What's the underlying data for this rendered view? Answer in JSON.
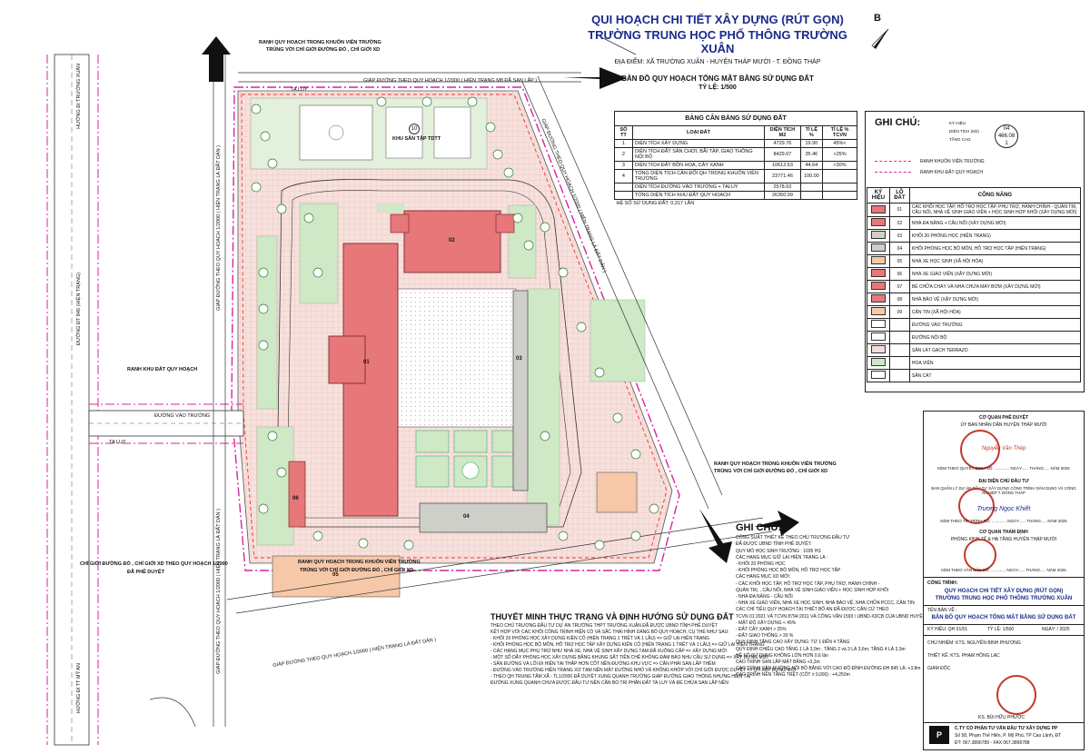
{
  "title": {
    "line1": "QUI HOẠCH CHI TIẾT XÂY DỰNG (RÚT GỌN)",
    "line2": "TRƯỜNG TRUNG HỌC PHỔ THÔNG TRƯỜNG XUÂN",
    "location": "ĐỊA ĐIỂM: XÃ TRƯỜNG XUÂN - HUYỆN THÁP MƯỜI - T. ĐỒNG THÁP",
    "map_title": "BẢN ĐỒ QUY HOẠCH TỔNG MẶT BẰNG SỬ DỤNG ĐẤT",
    "scale": "TỶ LỆ: 1/500"
  },
  "north": "B",
  "land_table": {
    "caption": "BẢNG CÂN BẰNG SỬ DỤNG ĐẤT",
    "headers": [
      "SỐ TT",
      "LOẠI ĐẤT",
      "DIỆN TÍCH M2",
      "TỈ LỆ %",
      "TỈ LỆ % TCVN"
    ],
    "rows": [
      [
        "1",
        "DIỆN TÍCH XÂY DỰNG",
        "4729.76",
        "19.90",
        "45%<"
      ],
      [
        "2",
        "DIỆN TÍCH ĐẤT SÂN CHƠI, BÃI TẬP, GIAO THÔNG NỘI BỘ",
        "8429.07",
        "35.46",
        ">25%"
      ],
      [
        "3",
        "DIỆN TÍCH ĐẤT BỒN HOA, CÂY XANH",
        "10612.63",
        "44.64",
        ">30%"
      ],
      [
        "4",
        "TỔNG DIỆN TÍCH CÂN ĐỐI QH TRONG KHUÔN VIÊN TRƯỜNG",
        "23771.46",
        "100.00",
        ""
      ],
      [
        "",
        "DIỆN TÍCH ĐƯỜNG VÀO TRƯỜNG + TALUY",
        "2578.63",
        "",
        ""
      ],
      [
        "",
        "TỔNG DIỆN TÍCH KHU ĐẤT QUY HOẠCH",
        "26350.09",
        "",
        ""
      ]
    ],
    "footer": "HỆ SỐ SỬ DỤNG ĐẤT: 0,317 LẦN"
  },
  "legend": {
    "title": "GHI CHÚ:",
    "key_labels": [
      "KÝ HIỆU",
      "DIỆN TÍCH (M2)",
      "TẦNG CAO"
    ],
    "key_sample": [
      "04",
      "466.08",
      "1"
    ],
    "lines": [
      "RANH KHUÔN VIÊN TRƯỜNG",
      "RANH KHU ĐẤT QUY HOẠCH"
    ],
    "headers": [
      "KÝ HIỆU",
      "LÔ ĐẤT",
      "CÔNG NĂNG"
    ],
    "items": [
      {
        "lot": "01",
        "text": "CÁC KHỐI HỌC TẬP, HỖ TRỢ HỌC TẬP, PHỤ TRỢ, HÀNH CHÍNH - QUẢN TRỊ, CẦU NỐI, NHÀ VỆ SINH GIÁO VIÊN + HỌC SINH HỢP KHỐI (XÂY DỰNG MỚI)",
        "color": "#e8777a"
      },
      {
        "lot": "02",
        "text": "NHÀ ĐA NĂNG + CẦU NỐI (XÂY DỰNG MỚI)",
        "color": "#e8777a"
      },
      {
        "lot": "03",
        "text": "KHỐI 20 PHÒNG HỌC (HIỆN TRẠNG)",
        "color": "#cfcfc9"
      },
      {
        "lot": "04",
        "text": "KHỐI PHÒNG HỌC BỘ MÔN, HỖ TRỢ HỌC TẬP (HIỆN TRẠNG)",
        "color": "#cfcfc9"
      },
      {
        "lot": "05",
        "text": "NHÀ XE HỌC SINH (XÃ HỘI HÓA)",
        "color": "#f6c8a8"
      },
      {
        "lot": "06",
        "text": "NHÀ XE GIÁO VIÊN (XÂY DỰNG MỚI)",
        "color": "#e8777a"
      },
      {
        "lot": "07",
        "text": "BỂ CHỮA CHÁY VÀ NHÀ CHỨA MÁY BƠM (XÂY DỰNG MỚI)",
        "color": "#e8777a"
      },
      {
        "lot": "08",
        "text": "NHÀ BẢO VỆ (XÂY DỰNG MỚI)",
        "color": "#e8777a"
      },
      {
        "lot": "09",
        "text": "CĂN TIN (XÃ HỘI HÓA)",
        "color": "#f6c8a8"
      },
      {
        "lot": "",
        "text": "ĐƯỜNG VÀO TRƯỜNG",
        "color": "#ffffff"
      },
      {
        "lot": "",
        "text": "ĐƯỜNG NỘI BỘ",
        "color": "#ffffff"
      },
      {
        "lot": "",
        "text": "SÂN LÁT GẠCH TERRAZO",
        "color": "#f4dcd8"
      },
      {
        "lot": "",
        "text": "HOA VIÊN",
        "color": "#cfe8c6"
      },
      {
        "lot": "",
        "text": "SÂN CÁT",
        "color": "#ffffff"
      }
    ]
  },
  "notes": {
    "title": "GHI CHÚ:",
    "lines": [
      "CÔNG SUẤT THIẾT KẾ THEO CHỦ TRƯƠNG ĐẦU TƯ",
      "ĐÃ ĐƯỢC UBND TỈNH PHÊ DUYỆT:",
      "QUY MÔ HỌC SINH TRƯỜNG : 1035 HS",
      "CÁC HẠNG MỤC GIỮ LẠI HIỆN TRẠNG LÀ :",
      "- KHỐI 20 PHÒNG HỌC",
      "- KHỐI PHÒNG HỌC BỘ MÔN, HỖ TRỢ HỌC TẬP",
      "CÁC HẠNG MỤC XD MỚI:",
      "- CÁC KHỐI HỌC TẬP, HỖ TRỢ HỌC TẬP, PHỤ TRỢ, HÀNH CHÍNH -",
      "QUẢN TRỊ, , CẦU NỐI, NHÀ VỆ SINH GIÁO VIÊN + HỌC SINH HỢP KHỐI",
      "- NHÀ ĐA NĂNG - CẦU NỐI",
      "- NHÀ XE GIÁO VIÊN, NHÀ XE HỌC SINH, NHÀ BẢO VỆ, NHÀ CHỮA PCCC, CĂN TIN",
      "",
      "CÁC CHỈ TIÊU QUY HOẠCH TẠI THIẾT BỐ ÁN ĐÃ ĐƯỢC CĂN CỨ THEO",
      "TCVN 01:2021 VÀ TCVN 8794:2011 VÀ CÔNG VĂN 1593 / UBND-XDCB CỦA UBND HUYỆN THÁP MƯỜI",
      "- MẬT ĐỘ XÂY DỰNG < 45%",
      "- ĐẤT CÂY XANH > 25%",
      "- ĐẤT GIAO THÔNG > 30 %",
      "QUY ĐỊNH TẦNG CAO XÂY DỰNG: TỪ 1 ĐẾN 4 TẦNG",
      "QUY ĐỊNH CHIỀU CAO TẦNG 1 LÀ 3,9m ; TẦNG 2 và 3 LÀ 3,6m; TẦNG 4 LÀ 3,3m",
      "HỆ SỐ SỬ DỤNG KHÔNG LỚN HƠN 0,6 lần",
      "CAO TRÌNH SAN LẤP MẶT BẰNG +3,2m",
      "CAO TRÌNH SÂN ĐƯỜNG NỘI BỘ BẰNG VỚI CAO ĐỘ ĐỈNH ĐƯỜNG ĐH 845 LÀ: +3,8m",
      "CAO TRÌNH NỀN TẦNG TRỆT (CỐT ± 0,000) : +4,250m"
    ]
  },
  "thuyet_minh": {
    "title": "THUYẾT MINH THỰC TRẠNG VÀ ĐỊNH HƯỚNG SỬ DỤNG ĐẤT",
    "lines": [
      "THEO CHỦ TRƯƠNG ĐẦU TƯ DỰ ÁN TRƯỜNG THPT TRƯỜNG XUÂN ĐÃ ĐƯỢC UBND TỈNH PHÊ DUYỆT",
      "KẾT HỢP VỚI CÁC KHỐI CÔNG TRÌNH HIỆN CÓ VÀ SẮC THÁI HÌNH DÁNG BỐ QUY HOẠCH, CỤ THỂ NHƯ SAU:",
      "- KHỐI 20 PHÒNG HỌC XÂY DỰNG KIÊN CỐ (HIỆN TRẠNG 1 TRỆT VÀ 1 LẦU) => GIỮ LẠI HIỆN TRẠNG",
      "- KHỐI PHÒNG HỌC BỘ MÔN, HỖ TRỢ HỌC TẬP XÂY DỰNG KIÊN CỐ (HIỆN TRẠNG 1 TRỆT VÀ 1 LẦU) => GIỮ LẠI HIỆN TRẠNG",
      "- CÁC HẠNG MỤC PHỤ TRỢ NHƯ NHÀ XE, NHÀ VỆ SINH XÂY DỰNG TẠM ĐÃ XUỐNG CẤP => XÂY DỰNG MỚI",
      "- MỘT SỐ DÃY PHÒNG HỌC XÂY DỰNG BẰNG KHUNG SẮT TIỀN CHẾ KHÔNG ĐẢM BẢO NHU CẦU SỬ DỤNG => XÂY DỰNG MỚI",
      "- SÂN ĐƯỜNG VÀ LỐI ĐI HIỆN TẠI THẤP HƠN CỐT NỀN ĐƯỜNG KHU VỰC => CẦN PHẢI SAN LẤP THÊM",
      "- ĐƯỜNG VÀO TRƯỜNG HIỆN TRẠNG XƠ TẠM NÊN MẶT ĐƯỜNG NHỎ VÀ KHÔNG KHỚP VỚI CHỈ GIỚI ĐƯỢC DUYỆT => QH XÂY DỰNG MỚI",
      "- THEO QH TRUNG TÂM XÃ - TL1/2000 ĐÃ DUYỆT XUNG QUANH TRƯỜNG GIÁP ĐƯỜNG GIAO THÔNG NHƯNG HIỆN TẠI",
      "ĐƯỜNG XUNG QUANH CHƯA ĐƯỢC ĐẦU TƯ NÊN CẦN BỔ TRÍ PHẦN ĐẤT TA LUY VÀ ĐỂ CHỪA SAN LẤP NỀN"
    ]
  },
  "approval": {
    "org1": "CƠ QUAN PHÊ DUYỆT",
    "org1b": "ỦY BAN NHÂN DÂN HUYỆN THÁP MƯỜI",
    "signer1": "Nguyễn Văn Thép",
    "decision1": "KÈM THEO QUYẾT ĐỊNH SỐ: ............. NGÀY...... THÁNG..... NĂM 2025",
    "org2": "ĐẠI DIỆN CHỦ ĐẦU TƯ",
    "org2b": "BAN QUẢN LÝ DỰ ÁN ĐẦU TƯ XÂY DỰNG CÔNG TRÌNH DÂN DỤNG VÀ CÔNG NGHIỆP T. ĐỒNG THÁP",
    "signer2": "Trương Ngọc Khiết",
    "decision2": "KÈM THEO TỜ TRÌNH SỐ: ............. NGÀY...... THÁNG..... NĂM 2025",
    "org3": "CƠ QUAN THẨM ĐỊNH",
    "org3b": "PHÒNG KINH TẾ & HẠ TẦNG HUYỆN THÁP MƯỜI",
    "decision3": "KÈM THEO VĂN BẢN SỐ: ............. NGÀY...... THÁNG..... NĂM 2025",
    "project_label": "CÔNG TRÌNH:",
    "project1": "QUY HOẠCH CHI TIẾT XÂY DỰNG (RÚT GỌN)",
    "project2": "TRƯỜNG TRUNG HỌC PHỔ THÔNG TRƯỜNG XUÂN",
    "drawing_label": "TÊN BẢN VẼ :",
    "drawing": "BẢN ĐỒ QUY HOẠCH TỔNG MẶT BẰNG SỬ DỤNG ĐẤT",
    "sheet": "KÝ HIỆU: QH 01/01",
    "scale": "TỶ LỆ: 1/500",
    "date": "NGÀY: / 2025",
    "staff": [
      "CHỦ NHIỆM: KTS. NGUYỄN BÌNH PHƯƠNG",
      "THIẾT KẾ: KTS. PHẠM HỒNG LẠC",
      "GIÁM ĐỐC",
      "KS. BÙI HỮU PHƯỚC"
    ],
    "company": "C.TY CỔ PHẦN TƯ VẤN ĐẦU TƯ XÂY DỰNG PP",
    "address": "Số 58, Phạm Thế Hiển, P. Mỹ Phú, TP Cao Lãnh, ĐT",
    "phone": "ĐT: 067.3896789 - FAX 067.3896788"
  },
  "map_labels": {
    "road_left": "ĐƯỜNG ĐT 845 (HIỆN TRẠNG)",
    "road_left2": "HƯỚNG ĐI TRƯỜNG XUÂN",
    "road_left3": "HƯỚNG ĐI TT MỸ AN",
    "access_road": "ĐƯỜNG VÀO TRƯỜNG",
    "talui": "TA LUY",
    "top_road": "GIÁP ĐƯỜNG THEO QUY HOẠCH 1/2000 ( HIỆN TRẠNG M8 ĐÃ SAN LẤP )",
    "right_road": "GIÁP ĐƯỜNG THEO QUY HOẠCH 1/2000 ( HIỆN TRẠNG LÀ ĐẤT DÂN )",
    "bottom_road": "GIÁP ĐƯỜNG THEO QUY HOẠCH 1/2000 ( HIỆN TRẠNG LÀ ĐẤT DÂN )",
    "left_road": "GIÁP ĐƯỜNG THEO QUY HOẠCH 1/2000 ( HIỆN TRẠNG LÀ ĐẤT DÂN )",
    "ranh_top": "RANH QUY HOẠCH TRONG KHUÔN VIÊN TRƯỜNG",
    "ranh_top2": "TRÙNG VỚI CHỈ GIỚI ĐƯỜNG ĐỎ , CHỈ GIỚI XD",
    "ranh_right": "RANH QUY HOẠCH TRONG KHUÔN VIÊN TRƯỜNG",
    "ranh_right2": "TRÙNG VỚI CHỈ GIỚI ĐƯỜNG ĐỎ , CHỈ GIỚI XD",
    "ranh_bottom": "RANH QUY HOẠCH TRONG KHUÔN VIÊN TRƯỜNG",
    "ranh_bottom2": "TRÙNG VỚI CHỈ GIỚI ĐƯỜNG ĐỎ , CHỈ GIỚI XD",
    "ranh_land": "RANH KHU ĐẤT QUY HOẠCH",
    "chi_gioi": "CHỈ GIỚI ĐƯỜNG ĐỎ , CHỈ GIỚI XD THEO QUY HOẠCH 1/2000",
    "chi_gioi2": "ĐÃ PHÊ DUYỆT",
    "sports": "KHU SÂN TẬP TDTT",
    "sports_no": "10",
    "lot01": "01",
    "lot02": "02",
    "lot03": "03",
    "lot04": "04",
    "lot05": "05",
    "lot06": "06"
  },
  "colors": {
    "new_build": "#e8777a",
    "existing": "#cfcfc9",
    "social": "#f6c8a8",
    "terrazzo": "#f4dcd8",
    "green": "#cfe8c6",
    "boundary": "#d6249f"
  }
}
